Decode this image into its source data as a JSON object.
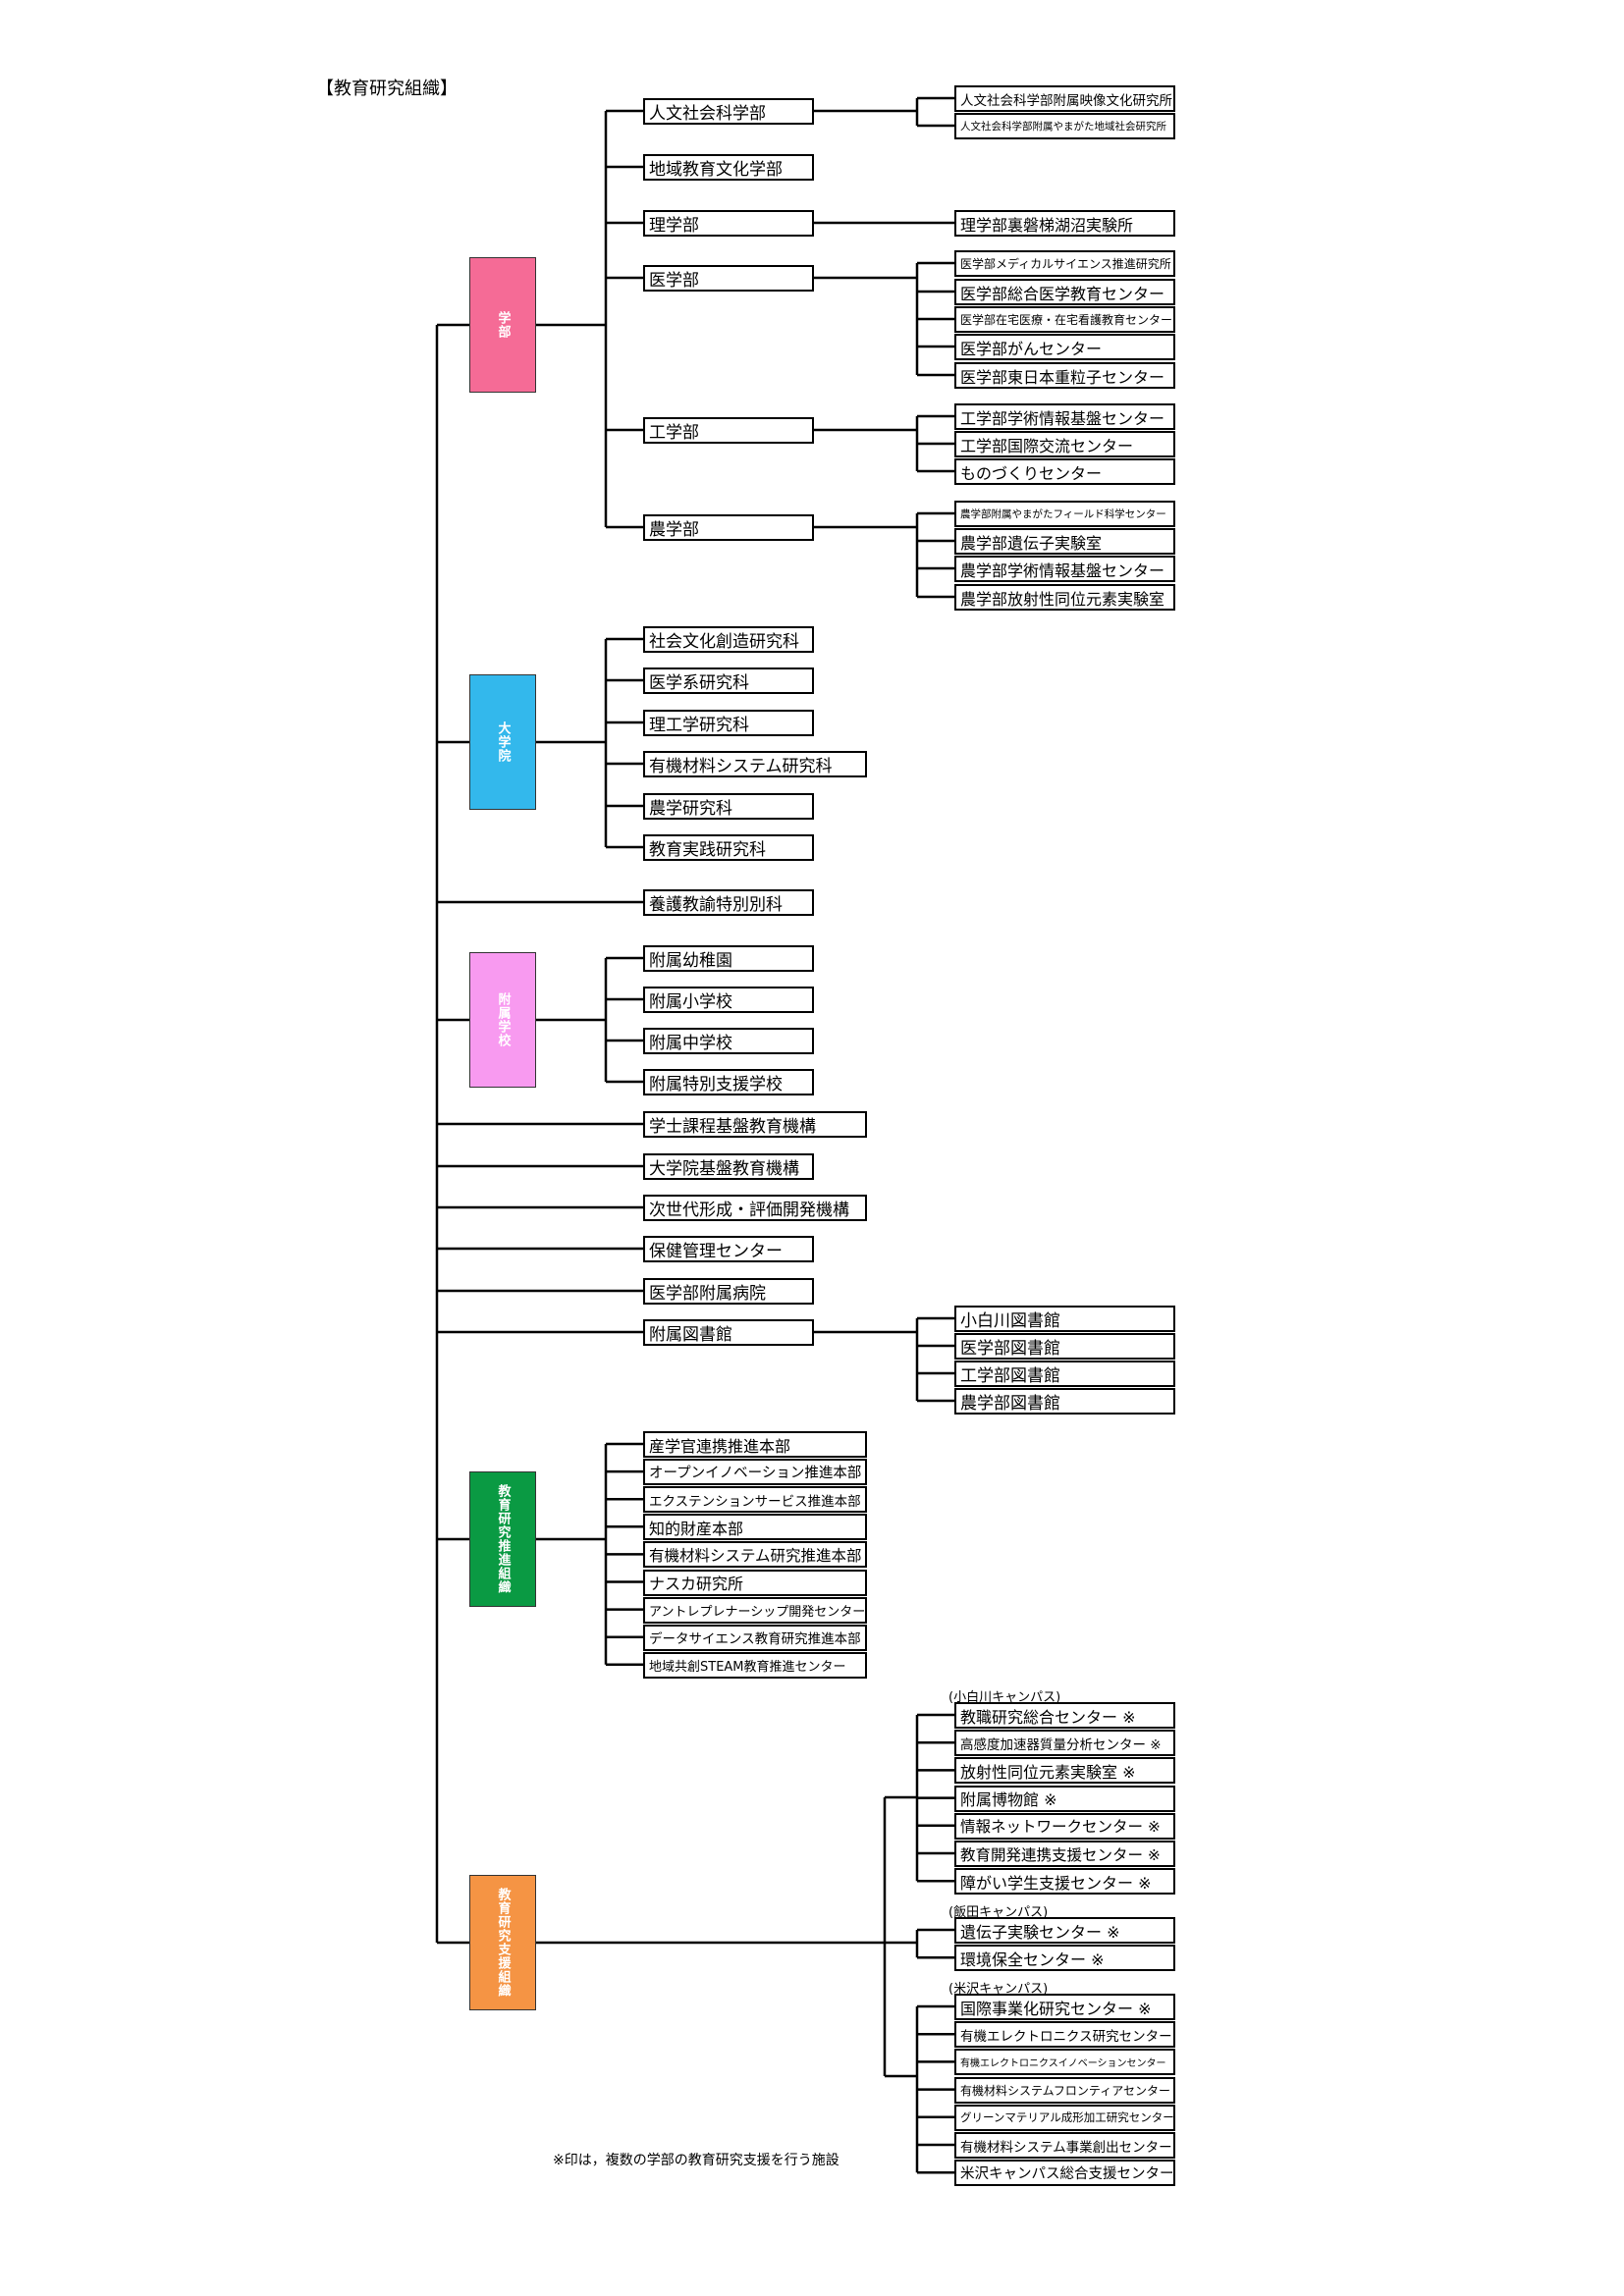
{
  "title": "【教育研究組織】",
  "note": "※印は，複数の学部の教育研究支援を行う施設",
  "colors": {
    "gakubu": "#f56b96",
    "daigakuin": "#33b8ec",
    "fuzoku": "#f89af0",
    "suishin": "#0a9a43",
    "shien": "#f59444"
  },
  "categories": [
    {
      "label": "学部"
    },
    {
      "label": "大学院"
    },
    {
      "label": "附属学校"
    },
    {
      "label": "教育研究推進組織"
    },
    {
      "label": "教育研究支援組織"
    }
  ],
  "faculties": [
    {
      "name": "人文社会科学部",
      "children": [
        "人文社会科学部附属映像文化研究所",
        "人文社会科学部附属やまがた地域社会研究所"
      ]
    },
    {
      "name": "地域教育文化学部",
      "children": []
    },
    {
      "name": "理学部",
      "children": [
        "理学部裏磐梯湖沼実験所"
      ]
    },
    {
      "name": "医学部",
      "children": [
        "医学部メディカルサイエンス推進研究所",
        "医学部総合医学教育センター",
        "医学部在宅医療・在宅看護教育センター",
        "医学部がんセンター",
        "医学部東日本重粒子センター"
      ]
    },
    {
      "name": "工学部",
      "children": [
        "工学部学術情報基盤センター",
        "工学部国際交流センター",
        "ものづくりセンター"
      ]
    },
    {
      "name": "農学部",
      "children": [
        "農学部附属やまがたフィールド科学センター",
        "農学部遺伝子実験室",
        "農学部学術情報基盤センター",
        "農学部放射性同位元素実験室"
      ]
    }
  ],
  "graduate_schools": [
    "社会文化創造研究科",
    "医学系研究科",
    "理工学研究科",
    "有機材料システム研究科",
    "農学研究科",
    "教育実践研究科"
  ],
  "special_course": "養護教諭特別別科",
  "attached_schools": [
    "附属幼稚園",
    "附属小学校",
    "附属中学校",
    "附属特別支援学校"
  ],
  "standalone": [
    "学士課程基盤教育機構",
    "大学院基盤教育機構",
    "次世代形成・評価開発機構",
    "保健管理センター",
    "医学部附属病院"
  ],
  "library": {
    "name": "附属図書館",
    "children": [
      "小白川図書館",
      "医学部図書館",
      "工学部図書館",
      "農学部図書館"
    ]
  },
  "research_promotion": [
    "産学官連携推進本部",
    "オープンイノベーション推進本部",
    "エクステンションサービス推進本部",
    "知的財産本部",
    "有機材料システム研究推進本部",
    "ナスカ研究所",
    "アントレプレナーシップ開発センター",
    "データサイエンス教育研究推進本部",
    "地域共創STEAM教育推進センター"
  ],
  "campuses": [
    {
      "label": "(小白川キャンパス)",
      "items": [
        "教職研究総合センター ※",
        "高感度加速器質量分析センター ※",
        "放射性同位元素実験室 ※",
        "附属博物館 ※",
        "情報ネットワークセンター ※",
        "教育開発連携支援センター ※",
        "障がい学生支援センター ※"
      ]
    },
    {
      "label": "(飯田キャンパス)",
      "items": [
        "遺伝子実験センター ※",
        "環境保全センター ※"
      ]
    },
    {
      "label": "(米沢キャンパス)",
      "items": [
        "国際事業化研究センター ※",
        "有機エレクトロニクス研究センター",
        "有機エレクトロニクスイノベーションセンター",
        "有機材料システムフロンティアセンター",
        "グリーンマテリアル成形加工研究センター",
        "有機材料システム事業創出センター",
        "米沢キャンパス総合支援センター"
      ]
    }
  ]
}
